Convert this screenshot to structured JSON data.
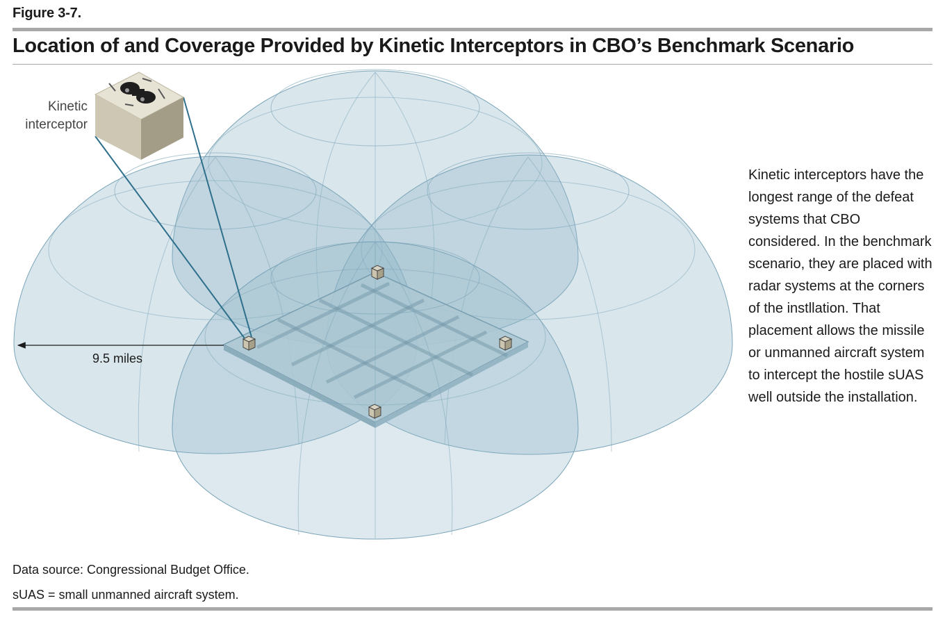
{
  "figure": {
    "label": "Figure 3-7.",
    "title": "Location of and Coverage Provided by Kinetic Interceptors in CBO’s Benchmark Scenario"
  },
  "diagram": {
    "callout_label_line1": "Kinetic",
    "callout_label_line2": "interceptor",
    "range_label": "9.5 miles",
    "dome_color": "#8fb5c8",
    "dome_edge_color": "#7ba4b8",
    "base_color": "#b9cfd8",
    "leader_line_color": "#2e6f8c"
  },
  "description": "Kinetic interceptors have the longest range of the defeat systems that CBO considered. In the benchmark scenario, they are placed with radar systems at the corners of the instllation. That placement allows the missile or unmanned aircraft system to intercept the hostile sUAS well outside the installation.",
  "notes": {
    "source": "Data source: Congressional Budget Office.",
    "abbreviation": "sUAS = small unmanned aircraft system."
  }
}
